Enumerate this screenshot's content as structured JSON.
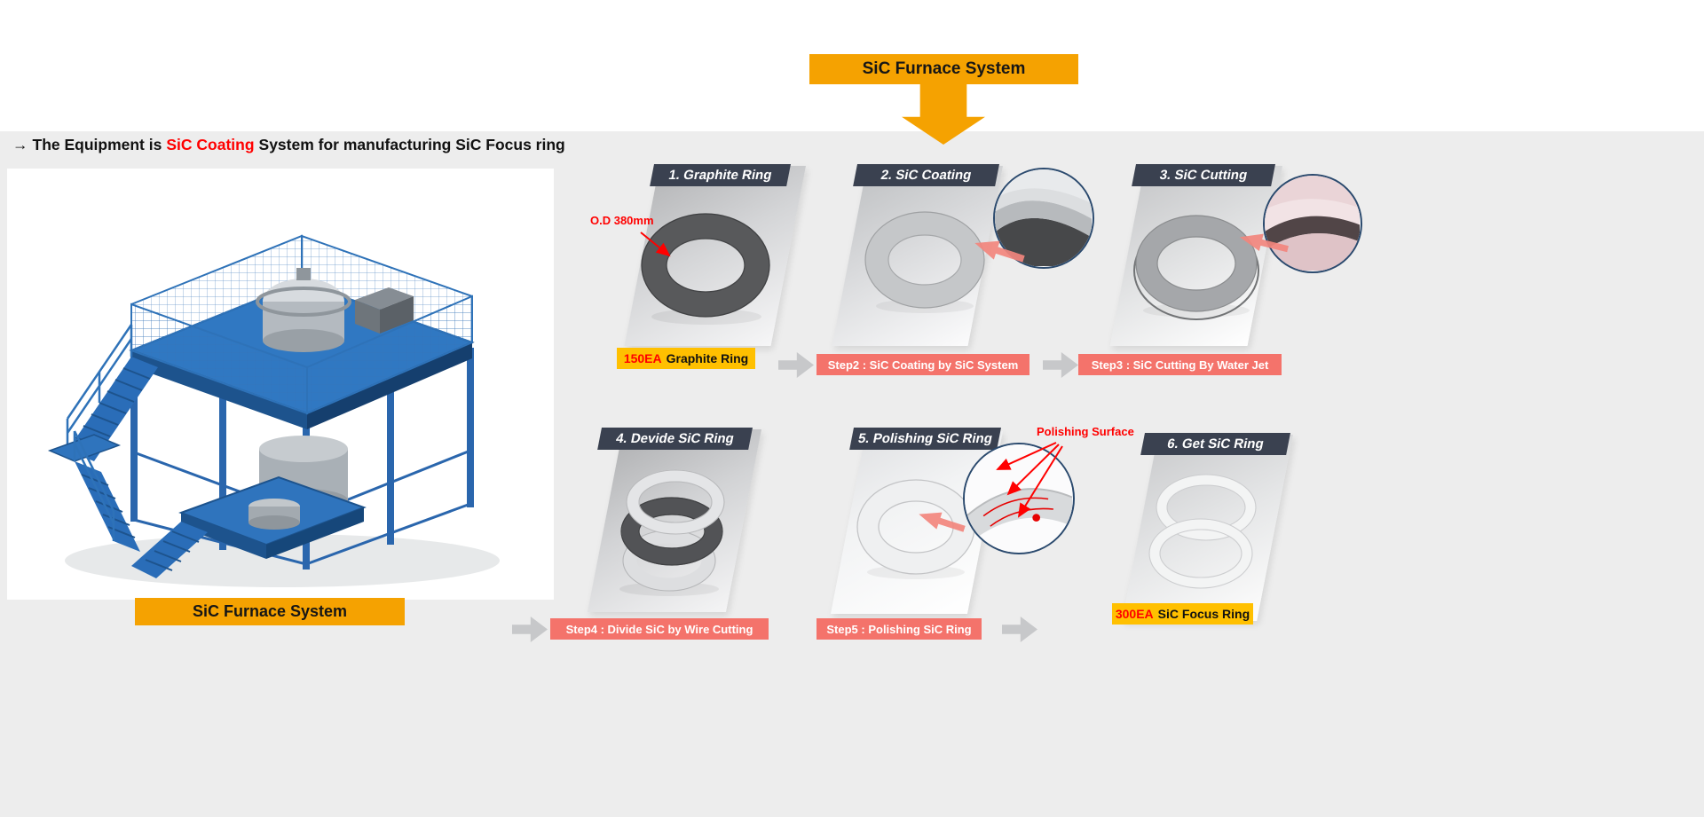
{
  "top_banner": {
    "label": "SiC Furnace System"
  },
  "headline": {
    "arrow": "→",
    "pre": "The Equipment is",
    "highlight": "SiC Coating",
    "post": "System for manufacturing SiC Focus ring"
  },
  "machine": {
    "caption": "SiC Furnace System"
  },
  "steps": [
    {
      "title": "1. Graphite Ring",
      "note": "O.D 380mm",
      "badge": {
        "qty": "150EA",
        "label": "Graphite Ring"
      }
    },
    {
      "title": "2. SiC Coating",
      "badge": {
        "label": "Step2 : SiC Coating by SiC System"
      }
    },
    {
      "title": "3. SiC Cutting",
      "badge": {
        "label": "Step3 : SiC Cutting By Water Jet"
      }
    },
    {
      "title": "4. Devide SiC Ring",
      "badge": {
        "label": "Step4 : Divide SiC by Wire Cutting"
      }
    },
    {
      "title": "5. Polishing SiC Ring",
      "note": "Polishing Surface",
      "badge": {
        "label": "Step5 : Polishing SiC Ring"
      }
    },
    {
      "title": "6. Get SiC Ring",
      "badge": {
        "qty": "300EA",
        "label": "SiC Focus Ring"
      }
    }
  ],
  "colors": {
    "orange_banner": "#F5A201",
    "gold_badge": "#FFC000",
    "salmon_badge": "#F4736B",
    "step_header_dark": "#3A4150",
    "accent_red": "#FF0000",
    "canvas_gray": "#EDEDED",
    "zoom_border_navy": "#2B4A6E",
    "machine_blue": "#2F74BD"
  }
}
